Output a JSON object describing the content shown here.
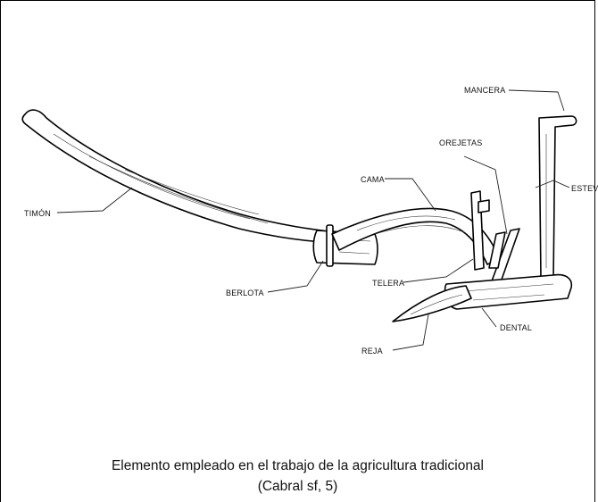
{
  "diagram": {
    "labels": {
      "mancera": "MANCERA",
      "orejetas": "OREJETAS",
      "cama": "CAMA",
      "esteva": "ESTEVA",
      "timon": "TIMÓN",
      "telera": "TELERA",
      "berlota": "BERLOTA",
      "dental": "DENTAL",
      "reja": "REJA"
    }
  },
  "caption": {
    "line1": "Elemento empleado en el trabajo de la agricultura tradicional",
    "line2": "(Cabral sf, 5)"
  }
}
